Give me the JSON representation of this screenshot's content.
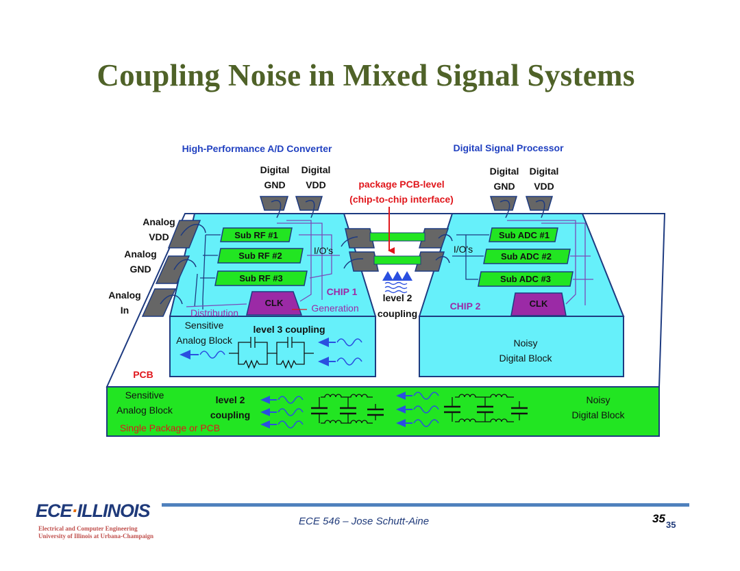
{
  "slide": {
    "title": "Coupling Noise in Mixed Signal Systems",
    "footer_text": "ECE 546 – Jose Schutt-Aine",
    "page_number": "35",
    "page_number_sub": "35",
    "logo": {
      "ece": "ECE",
      "illinois": "ILLINOIS",
      "line1": "Electrical and Computer Engineering",
      "line2": "University of Illinois at Urbana-Champaign"
    }
  },
  "diagram": {
    "adc_title": "High-Performance A/D Converter",
    "dsp_title": "Digital Signal Processor",
    "digital": "Digital",
    "gnd": "GND",
    "vdd": "VDD",
    "package_line1": "package PCB-level",
    "package_line2": "(chip-to-chip interface)",
    "analog": "Analog",
    "analog_vdd": "VDD",
    "analog_gnd": "GND",
    "analog_in": "In",
    "sub_rf": [
      "Sub RF #1",
      "Sub RF #2",
      "Sub RF #3"
    ],
    "sub_adc": [
      "Sub ADC #1",
      "Sub ADC #2",
      "Sub ADC #3"
    ],
    "ios": "I/O's",
    "chip1": "CHIP 1",
    "chip2": "CHIP 2",
    "clk": "CLK",
    "generation": "Generation",
    "distribution": "Distribution",
    "level2": "level 2",
    "coupling": "coupling",
    "sensitive": "Sensitive",
    "analog_block": "Analog Block",
    "level3_coupling": "level 3 coupling",
    "noisy": "Noisy",
    "digital_block": "Digital Block",
    "pcb": "PCB",
    "single_package": "Single Package or PCB"
  },
  "colors": {
    "title": "#4f6228",
    "chip_fill": "#66f0fa",
    "chip_stroke": "#1d3a80",
    "green": "#22e522",
    "purple": "#9b2aa6",
    "blue_text": "#2040c0",
    "red_text": "#e0161b",
    "footer_line": "#4f81bd"
  }
}
